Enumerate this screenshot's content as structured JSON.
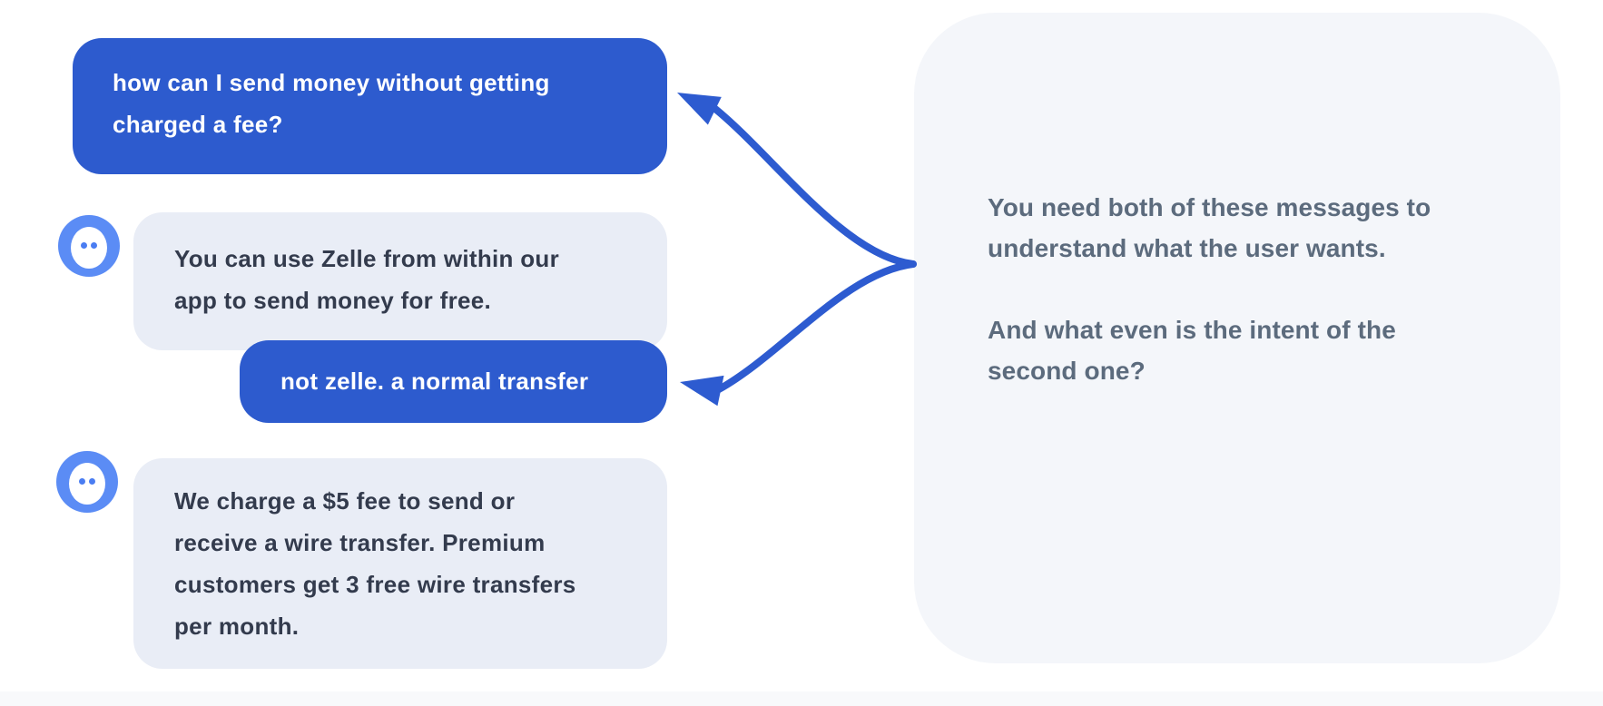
{
  "colors": {
    "user_bubble": "#2d5bce",
    "bot_bubble": "#e9edf6",
    "bot_text": "#333b4d",
    "avatar_blue": "#5b8cf5",
    "arrow_blue": "#2d5bd0",
    "panel_bg": "#f4f6fa",
    "panel_text": "#5c6b7d"
  },
  "chat": {
    "messages": [
      {
        "role": "user",
        "text": "how can I send money without getting charged a fee?",
        "lines": [
          "how can I send money without getting",
          "charged a fee?"
        ]
      },
      {
        "role": "bot",
        "text": "You can use Zelle from within our app to send money for free.",
        "lines": [
          "You can use Zelle from within our",
          "app to send money for free."
        ]
      },
      {
        "role": "user",
        "text": "not zelle. a normal transfer",
        "lines": [
          "not zelle. a normal transfer"
        ]
      },
      {
        "role": "bot",
        "text": "We charge a $5 fee to send or receive a wire transfer. Premium customers get 3 free wire transfers per month.",
        "lines": [
          "We charge a $5 fee to send or",
          "receive a wire transfer. Premium",
          "customers get 3 free wire transfers",
          "per month."
        ]
      }
    ]
  },
  "annotation": {
    "paragraph1": {
      "text": "You need both of these messages to understand what the user wants.",
      "lines": [
        "You need both of these messages to",
        "understand what the user wants."
      ]
    },
    "paragraph2": {
      "text": "And what even is the intent of the second one?",
      "lines": [
        "And what even is the intent of the",
        "second one?"
      ]
    }
  },
  "icons": {
    "bot_avatar": "bot-face-icon",
    "arrows": "curved-arrows-pointing-to-user-messages"
  }
}
